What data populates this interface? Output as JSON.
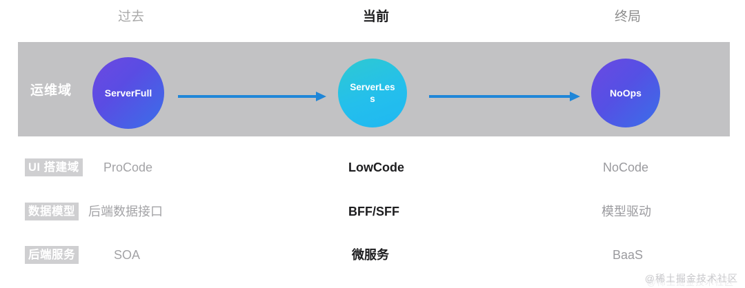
{
  "headers": {
    "past": "过去",
    "current": "当前",
    "final": "终局"
  },
  "band": {
    "label": "运维域",
    "nodes": [
      {
        "id": "serverfull",
        "label": "ServerFull",
        "color_from": "#6d49e2",
        "color_to": "#3a6fe9"
      },
      {
        "id": "serverless",
        "label": "ServerLess",
        "color_from": "#2ec9d2",
        "color_to": "#1fb8f2"
      },
      {
        "id": "noops",
        "label": "NoOps",
        "color_from": "#6b49e2",
        "color_to": "#3a6fe9"
      }
    ],
    "arrow_color": "#1f86d8"
  },
  "rows": [
    {
      "label": "UI 搭建域",
      "past": "ProCode",
      "current": "LowCode",
      "final": "NoCode"
    },
    {
      "label": "数据模型",
      "past": "后端数据接口",
      "current": "BFF/SFF",
      "final": "模型驱动"
    },
    {
      "label": "后端服务",
      "past": "SOA",
      "current": "微服务",
      "final": "BaaS"
    }
  ],
  "watermark": "@稀土掘金技术社区"
}
